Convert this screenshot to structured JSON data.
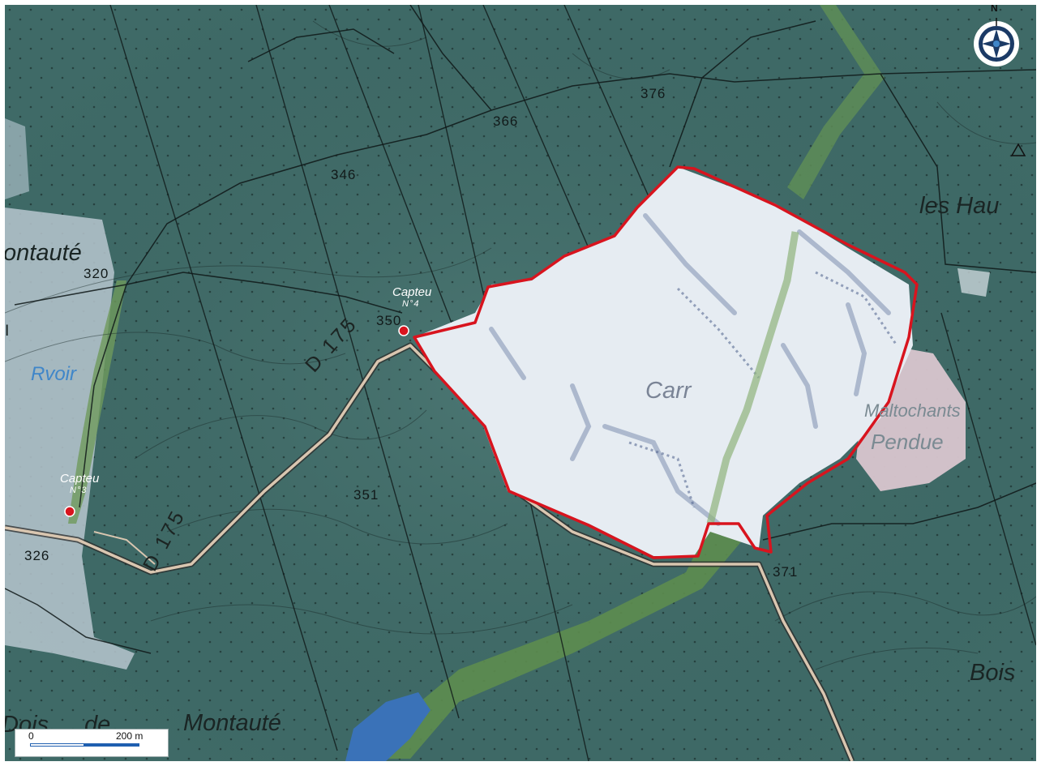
{
  "map": {
    "elevations": [
      "366",
      "376",
      "346",
      "320",
      "350",
      "351",
      "326",
      "371"
    ],
    "road_labels": [
      "D 175",
      "D 175"
    ],
    "place_labels": [
      "ontauté",
      "les Hau",
      "Carr",
      "Bois",
      "Dois",
      "de",
      "Montauté"
    ],
    "water_label": "Rvoir",
    "pale_labels": [
      "Maltochants",
      "Pendue"
    ],
    "captages": [
      {
        "name": "Capteu",
        "number": "N°4"
      },
      {
        "name": "Capteu",
        "number": "N°3"
      }
    ],
    "left_fragment": "I",
    "colors": {
      "forest": "#3f6a67",
      "quarry_boundary": "#d8141e",
      "captage_marker": "#d8141e",
      "water": "#3f86c9",
      "road": "#d9c6b0"
    }
  },
  "scale": {
    "zero": "0",
    "distance": "200 m"
  },
  "north": {
    "label": "N",
    "icon": "compass-rose-icon"
  }
}
